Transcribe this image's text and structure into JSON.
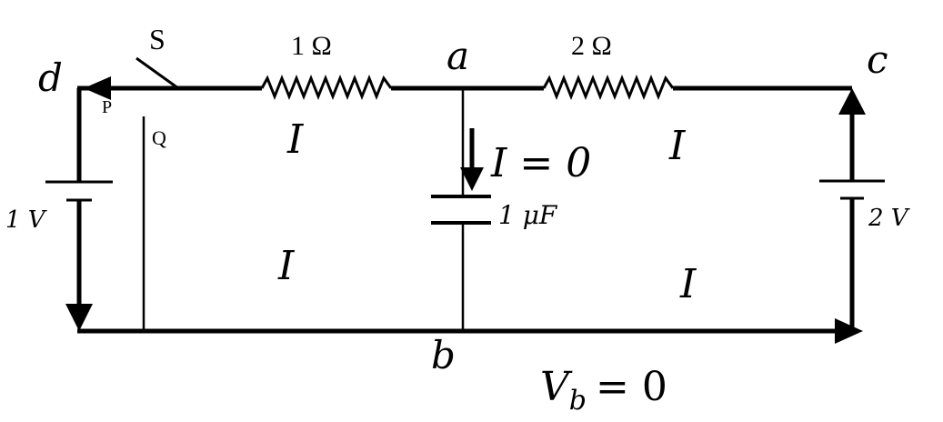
{
  "labels": {
    "node_d": "d",
    "node_a": "a",
    "node_c": "c",
    "node_b": "b",
    "switch": "S",
    "point_p": "P",
    "point_q": "Q",
    "r1": "1 Ω",
    "r2": "2 Ω",
    "cap": "1 μF",
    "emf_left": "1 V",
    "emf_right": "2 V",
    "current_top_left": "I",
    "current_top_right": "I",
    "current_bottom_left": "I",
    "current_bottom_right": "I",
    "cap_current": "I = 0",
    "vb": "V",
    "vb_sub": "b",
    "vb_eq": "= 0"
  },
  "colors": {
    "wire": "#000000",
    "background": "#ffffff"
  }
}
